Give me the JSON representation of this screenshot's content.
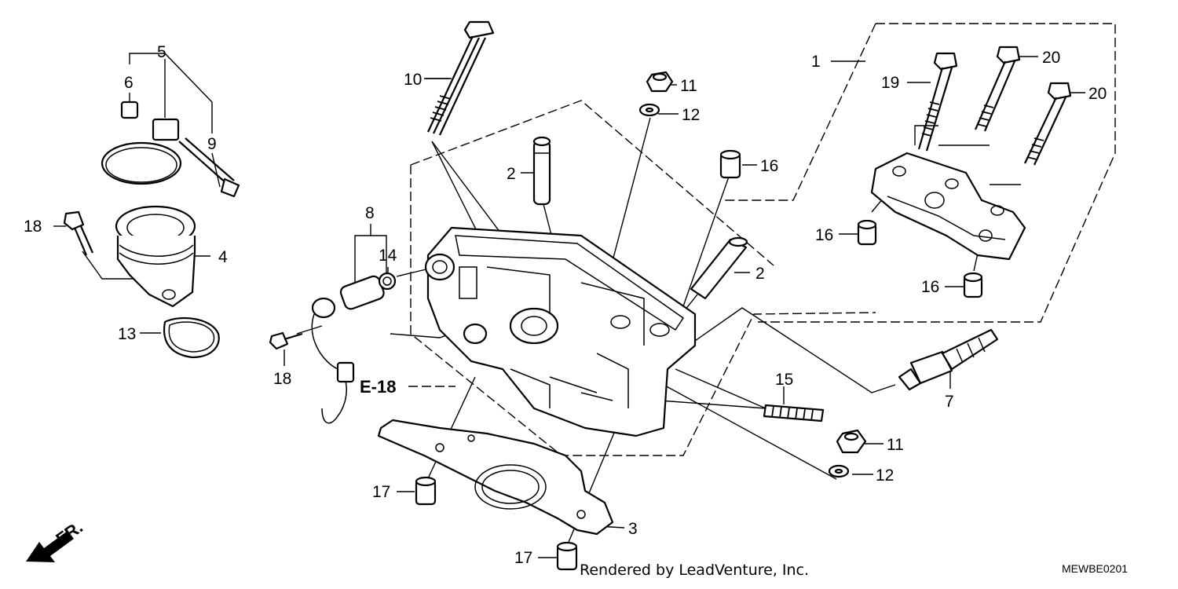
{
  "labels": {
    "l1": "1",
    "l2a": "2",
    "l2b": "2",
    "l3": "3",
    "l4": "4",
    "l5": "5",
    "l6": "6",
    "l7": "7",
    "l8": "8",
    "l9": "9",
    "l10": "10",
    "l11a": "11",
    "l11b": "11",
    "l12a": "12",
    "l12b": "12",
    "l13": "13",
    "l14": "14",
    "l15": "15",
    "l16a": "16",
    "l16b": "16",
    "l16c": "16",
    "l17a": "17",
    "l17b": "17",
    "l18a": "18",
    "l18b": "18",
    "l19": "19",
    "l20a": "20",
    "l20b": "20",
    "ref": "E-18",
    "fr": "FR."
  },
  "footer": {
    "credit": "Rendered by LeadVenture, Inc.",
    "code": "MEWBE0201"
  }
}
